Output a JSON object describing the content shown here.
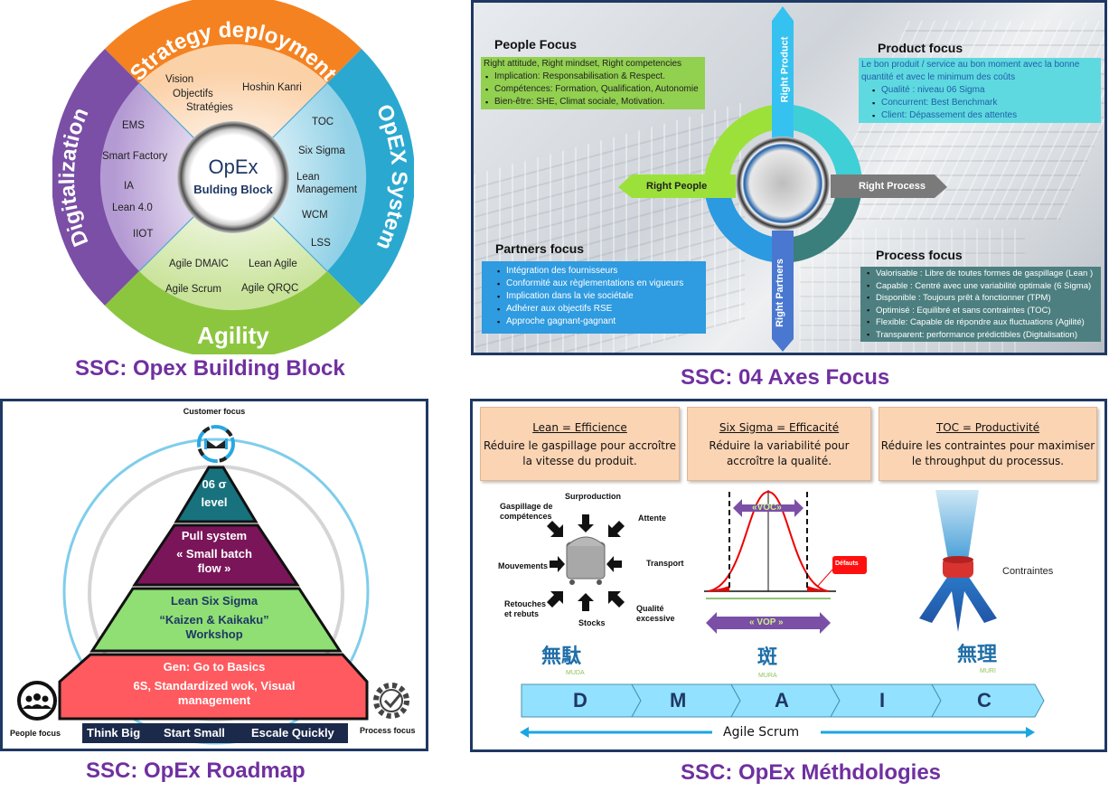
{
  "panels": {
    "building_block": {
      "caption": "SSC: Opex Building Block",
      "center": {
        "title": "OpEx",
        "subtitle": "Bulding Block"
      },
      "ring": {
        "top": {
          "label": "Strategy deployment",
          "color": "#f58220"
        },
        "right": {
          "label": "OpEX System",
          "color": "#2aa8d0"
        },
        "bottom": {
          "label": "Agility",
          "color": "#8cc63f"
        },
        "left": {
          "label": "Digitalization",
          "color": "#7b4fa6"
        }
      },
      "quadrants": {
        "top": [
          "Vision",
          "Objectifs",
          "Stratégies",
          "Hoshin Kanri"
        ],
        "right": [
          "TOC",
          "Six Sigma",
          "Lean",
          "Management",
          "WCM",
          "LSS"
        ],
        "bottom": [
          "Agile DMAIC",
          "Lean Agile",
          "Agile Scrum",
          "Agile QRQC"
        ],
        "left": [
          "EMS",
          "Smart Factory",
          "IA",
          "Lean 4.0",
          "IIOT"
        ]
      }
    },
    "axes_focus": {
      "caption": "SSC: 04 Axes Focus",
      "arrows": {
        "up": "Right Product",
        "left": "Right People",
        "right": "Right Process",
        "down": "Right Partners"
      },
      "people": {
        "title": "People Focus",
        "intro": "Right attitude, Right mindset, Right competencies",
        "items": [
          "Implication: Responsabilisation & Respect.",
          "Compétences: Formation, Qualification, Autonomie",
          "Bien-être: SHE, Climat sociale, Motivation."
        ],
        "color": "#92d050"
      },
      "product": {
        "title": "Product focus",
        "intro": "Le bon produit / service au bon moment avec la bonne quantité et avec le minimum des coûts",
        "items": [
          "Qualité : niveau 06 Sigma",
          "Concurrent: Best Benchmark",
          "Client: Dépassement des attentes"
        ],
        "color": "#5fd9e0"
      },
      "partners": {
        "title": "Partners focus",
        "items": [
          "Intégration des fournisseurs",
          "Conformité aux règlementations en vigueurs",
          "Implication dans la vie sociétale",
          "Adhérer aux objectifs RSE",
          "Approche gagnant-gagnant"
        ],
        "color": "#2f9be0"
      },
      "process": {
        "title": "Process focus",
        "items": [
          "Valorisable : Libre de toutes formes de gaspillage (Lean )",
          "Capable : Centré avec une variabilité optimale (6 Sigma)",
          "Disponible : Toujours prêt à fonctionner  (TPM)",
          "Optimisé : Equilibré  et sans contraintes (TOC)",
          "Flexible: Capable de répondre aux fluctuations (Agilité)",
          "Transparent: performance prédictibles (Digitalisation)"
        ],
        "color": "#4d7f80"
      }
    },
    "roadmap": {
      "caption": "SSC: OpEx Roadmap",
      "customer_focus": "Customer focus",
      "people_focus": "People focus",
      "process_focus": "Process focus",
      "levels": [
        {
          "lines": [
            "06 σ",
            "level"
          ],
          "color": "#17727e"
        },
        {
          "lines": [
            "Pull system",
            "« Small batch",
            "flow »"
          ],
          "color": "#7b1559"
        },
        {
          "lines": [
            "Lean Six Sigma",
            "“Kaizen & Kaikaku”",
            "Workshop"
          ],
          "color": "#8fdf74"
        },
        {
          "lines": [
            "Gen: Go to Basics",
            "6S, Standardized wok, Visual",
            "management"
          ],
          "color": "#ff5a5f"
        }
      ],
      "banner": [
        "Think Big",
        "Start Small",
        "Escale Quickly"
      ]
    },
    "methodologies": {
      "caption": "SSC: OpEx Méthdologies",
      "boxes": [
        {
          "heading": "Lean = Efficience",
          "text": "Réduire le gaspillage pour accroître la vitesse du produit."
        },
        {
          "heading": "Six Sigma = Efficacité",
          "text": "Réduire la variabilité pour accroître la qualité."
        },
        {
          "heading": "TOC = Productivité",
          "text": "Réduire les contraintes pour maximiser le throughput du processus."
        }
      ],
      "muda": {
        "wastes": [
          "Surproduction",
          "Gaspillage de compétences",
          "Attente",
          "Mouvements",
          "Transport",
          "Retouches et rebuts",
          "Stocks",
          "Qualité excessive"
        ],
        "kanji": "無駄",
        "romaji": "MUDA"
      },
      "mura": {
        "voc": "«VOC»",
        "vop": "« VOP »",
        "defects": "Défauts",
        "kanji": "斑",
        "romaji": "MURA"
      },
      "muri": {
        "constraint": "Contraintes",
        "kanji": "無理",
        "romaji": "MURI"
      },
      "dmaic": [
        "D",
        "M",
        "A",
        "I",
        "C"
      ],
      "scrum_label": "Agile Scrum"
    }
  }
}
